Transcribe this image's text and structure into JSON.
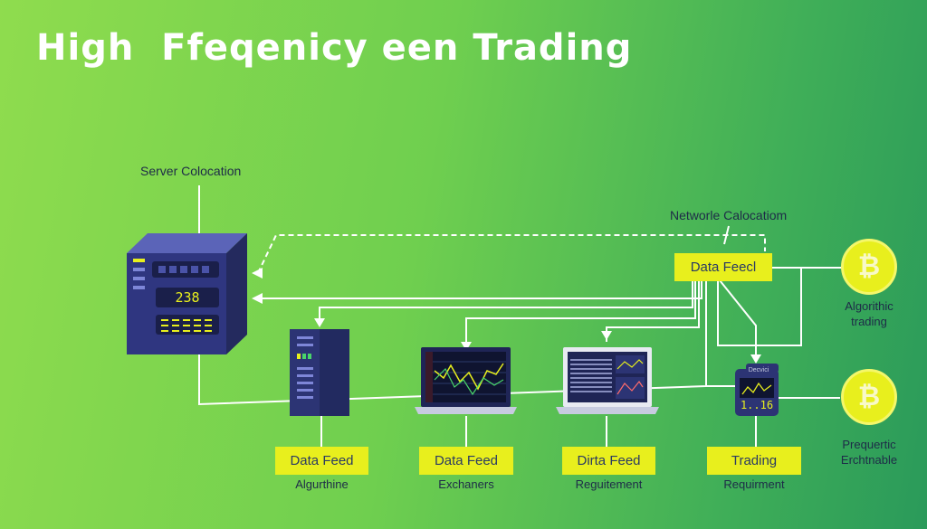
{
  "title": "High  Ffeqenicy een Trading",
  "labels": {
    "server_colocation": "Server Colocation",
    "network_colocation": "Networle Calocatiom"
  },
  "server": {
    "display1": "238"
  },
  "top_box": {
    "label": "Data Feecl"
  },
  "boxes": [
    {
      "label": "Data Feed",
      "caption": "Algurthine"
    },
    {
      "label": "Data Feed",
      "caption": "Exchaners"
    },
    {
      "label": "Dirta Feed",
      "caption": "Reguitement"
    },
    {
      "label": "Trading",
      "caption": "Requirment"
    }
  ],
  "device": {
    "screen_title": "Decvici",
    "readout": "1..16"
  },
  "coins": [
    {
      "symbol": "₿",
      "caption_line1": "Algorithic",
      "caption_line2": "trading"
    },
    {
      "symbol": "₿",
      "caption_line1": "Prequertic",
      "caption_line2": "Erchtnable"
    }
  ],
  "colors": {
    "yellow": "#e8ef1d",
    "navy": "#2c3474",
    "line": "#ffffff"
  }
}
